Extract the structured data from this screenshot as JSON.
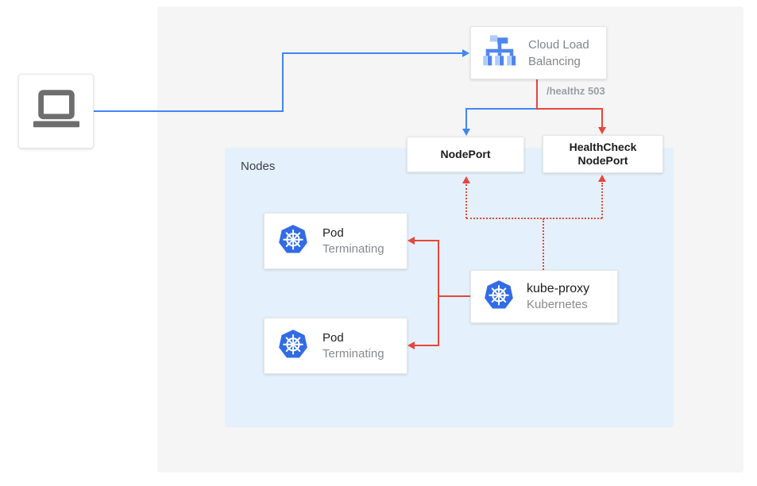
{
  "colors": {
    "blue_line": "#4285f4",
    "red_line": "#e8453c",
    "kubernetes_blue": "#326ce5",
    "nodes_panel_bg": "#e4f1fc",
    "outer_panel_bg": "#f5f5f6",
    "gcp_icon_blue": "#5086ec",
    "gcp_icon_light_blue": "#aecbfa",
    "laptop_gray": "#6e6e6e"
  },
  "panel": {
    "nodes_label": "Nodes"
  },
  "cloud_load_balancing": {
    "label": "Cloud Load Balancing"
  },
  "annotations": {
    "healthz": "/healthz 503"
  },
  "node_port": {
    "label": "NodePort"
  },
  "health_check_node_port": {
    "label": "HealthCheck NodePort"
  },
  "kube_proxy": {
    "title": "kube-proxy",
    "subtitle": "Kubernetes"
  },
  "pods": [
    {
      "title": "Pod",
      "status": "Terminating"
    },
    {
      "title": "Pod",
      "status": "Terminating"
    }
  ]
}
